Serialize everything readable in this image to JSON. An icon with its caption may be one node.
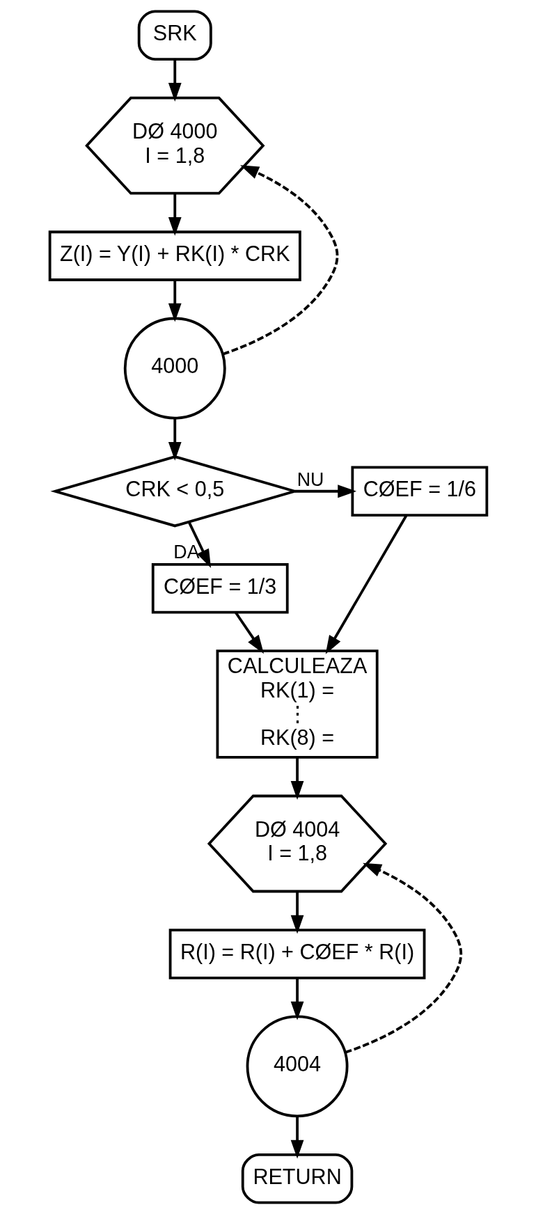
{
  "diagram": {
    "nodes": [
      {
        "text": [
          "SRK"
        ]
      },
      {
        "text": [
          "DØ 4000",
          "I = 1,8"
        ]
      },
      {
        "text": [
          "Z(I) = Y(I) + RK(I) * CRK"
        ]
      },
      {
        "text": [
          "4000"
        ]
      },
      {
        "text": [
          "CRK < 0,5"
        ]
      },
      {
        "text": [
          "CØEF = 1/6"
        ]
      },
      {
        "text": [
          "CØEF = 1/3"
        ]
      },
      {
        "text": [
          "CALCULEAZA",
          "RK(1) =",
          "⋮",
          "RK(8) ="
        ]
      },
      {
        "text": [
          "DØ 4004",
          "I = 1,8"
        ]
      },
      {
        "text": [
          "R(I) = R(I) + CØEF * R(I)"
        ]
      },
      {
        "text": [
          "4004"
        ]
      },
      {
        "text": [
          "RETURN"
        ]
      }
    ],
    "edges": [
      {
        "from": 0,
        "to": 1,
        "arrow": "to"
      },
      {
        "from": 1,
        "to": 2,
        "arrow": "to"
      },
      {
        "from": 2,
        "to": 3,
        "arrow": "to"
      },
      {
        "from": 3,
        "to": 1,
        "arrow": "to",
        "style": "dashed"
      },
      {
        "from": 3,
        "to": 4,
        "arrow": "to"
      },
      {
        "from": 4,
        "to": 5,
        "arrow": "to",
        "label": "NU"
      },
      {
        "from": 4,
        "to": 6,
        "arrow": "to",
        "label": "DA"
      },
      {
        "from": 6,
        "to": 7,
        "arrow": "to"
      },
      {
        "from": 5,
        "to": 7,
        "arrow": "to"
      },
      {
        "from": 7,
        "to": 8,
        "arrow": "to"
      },
      {
        "from": 8,
        "to": 9,
        "arrow": "to"
      },
      {
        "from": 9,
        "to": 10,
        "arrow": "to"
      },
      {
        "from": 10,
        "to": 8,
        "arrow": "to",
        "style": "dashed"
      },
      {
        "from": 10,
        "to": 11,
        "arrow": "to"
      }
    ]
  }
}
